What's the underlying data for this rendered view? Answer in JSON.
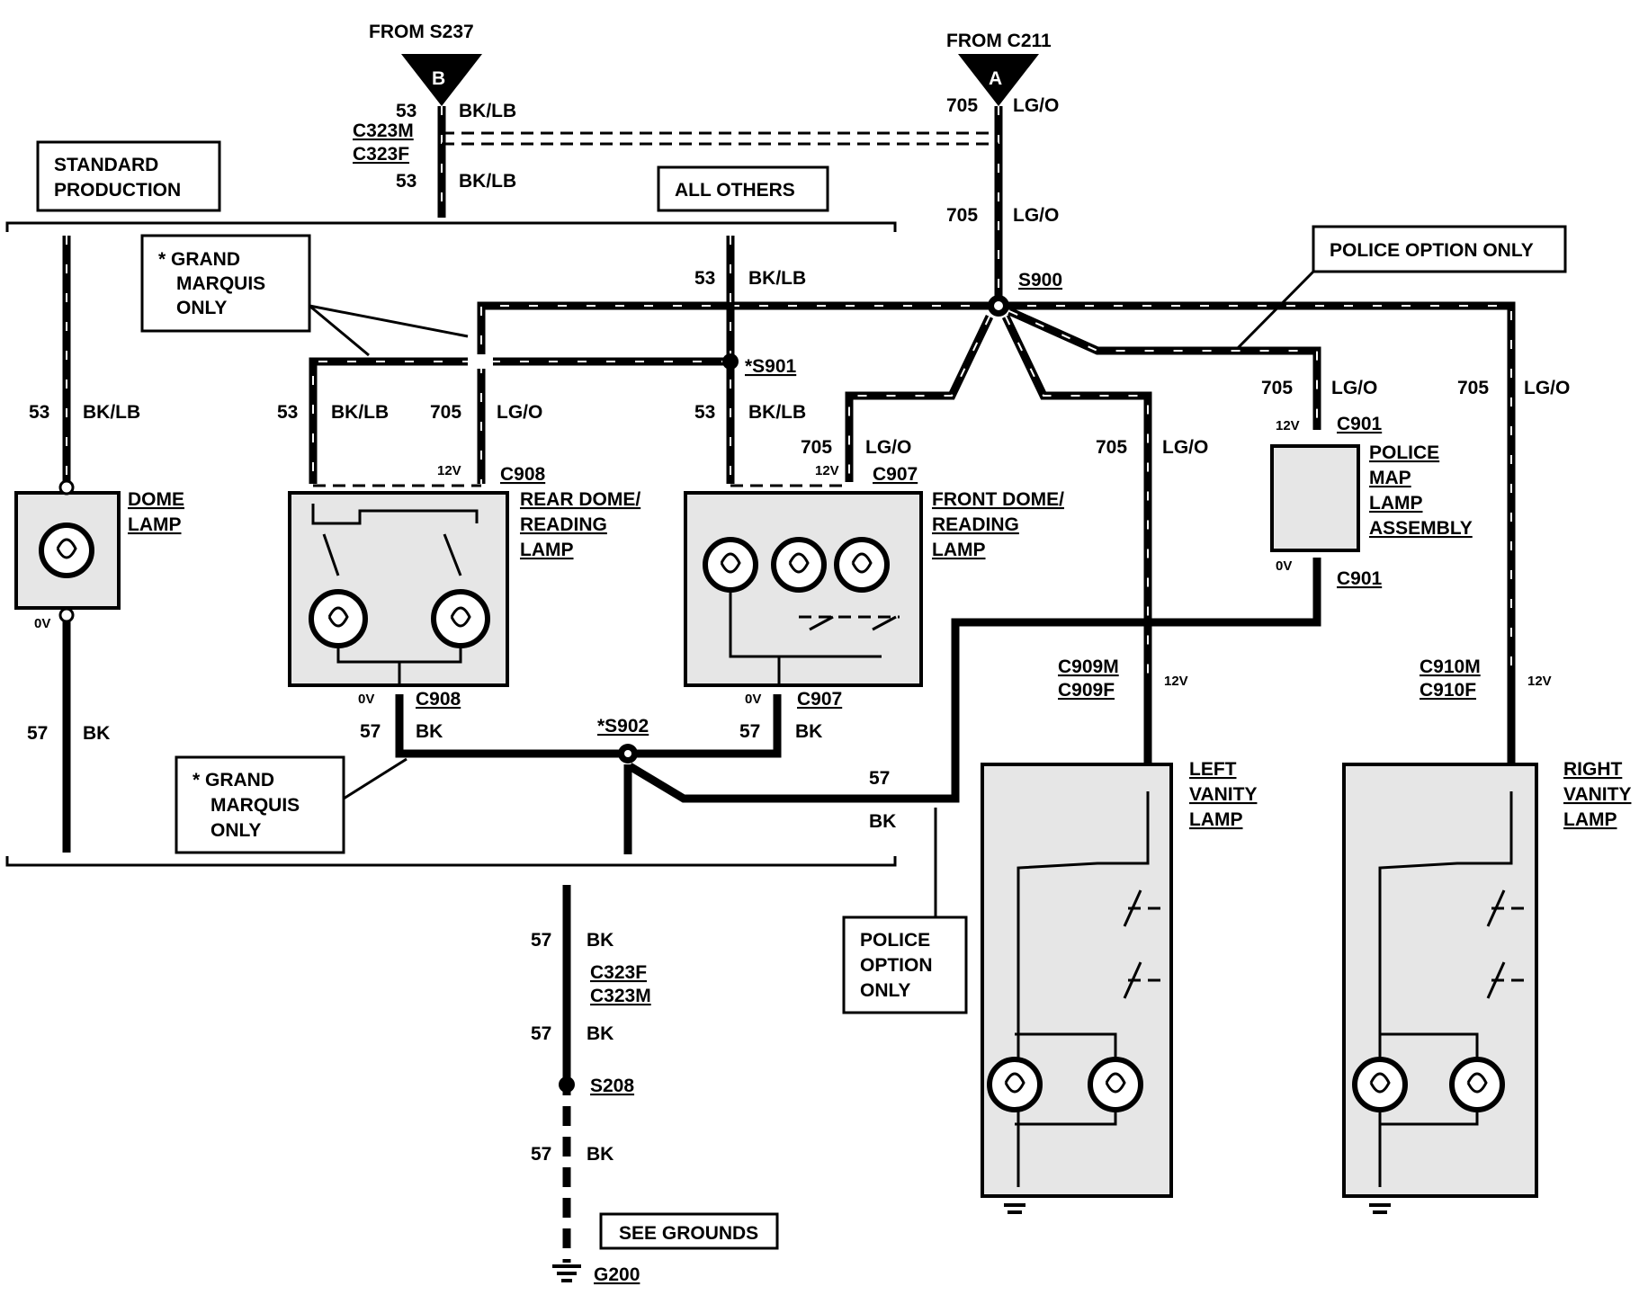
{
  "inputs": {
    "b": {
      "from_label": "FROM  S237",
      "letter": "B"
    },
    "a": {
      "from_label": "FROM C211",
      "letter": "A"
    }
  },
  "boxes": {
    "standard_production": [
      "STANDARD",
      "PRODUCTION"
    ],
    "all_others": "ALL OTHERS",
    "grand_marquis_top": [
      "* GRAND",
      "MARQUIS",
      "ONLY"
    ],
    "grand_marquis_bottom": [
      "* GRAND",
      "MARQUIS",
      "ONLY"
    ],
    "police_option_top": "POLICE OPTION ONLY",
    "police_option_bottom": [
      "POLICE",
      "OPTION",
      "ONLY"
    ],
    "see_grounds": "SEE GROUNDS"
  },
  "wires": {
    "w53": "53",
    "bklb": "BK/LB",
    "w705": "705",
    "lgo": "LG/O",
    "w57": "57",
    "bk": "BK"
  },
  "voltages": {
    "v12": "12V",
    "v0": "0V"
  },
  "connectors": {
    "c323m": "C323M",
    "c323f": "C323F",
    "c908": "C908",
    "c907": "C907",
    "c901": "C901",
    "c909m": "C909M",
    "c909f": "C909F",
    "c910m": "C910M",
    "c910f": "C910F"
  },
  "splices": {
    "s900": "S900",
    "s901": "*S901",
    "s902": "*S902",
    "s208": "S208"
  },
  "ground": "G200",
  "components": {
    "dome_lamp": [
      "DOME",
      "LAMP"
    ],
    "rear_dome": [
      "REAR DOME/",
      "READING",
      "LAMP"
    ],
    "front_dome": [
      "FRONT DOME/",
      "READING",
      "LAMP"
    ],
    "police_map": [
      "POLICE",
      "MAP",
      "LAMP",
      "ASSEMBLY"
    ],
    "left_vanity": [
      "LEFT",
      "VANITY",
      "LAMP"
    ],
    "right_vanity": [
      "RIGHT",
      "VANITY",
      "LAMP"
    ]
  }
}
